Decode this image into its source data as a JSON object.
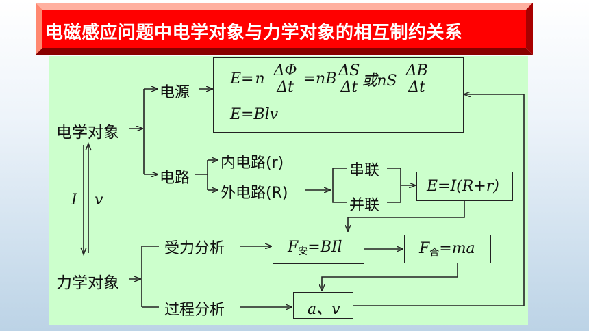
{
  "title": "电磁感应问题中电学对象与力学对象的相互制约关系",
  "electrical_object": "电学对象",
  "mechanical_object": "力学对象",
  "power_source": "电源",
  "circuit": "电路",
  "internal_circuit": "内电路(r)",
  "external_circuit": "外电路(R)",
  "series": "串联",
  "parallel": "并联",
  "link_current": "I",
  "link_velocity": "v",
  "emf_formula": {
    "e_lhs": "E=",
    "n": "n",
    "dphi": "ΔΦ",
    "dt": "Δt",
    "eq_nb": "=nB",
    "ds": "ΔS",
    "or_ns": "或nS",
    "db": "ΔB",
    "line2": "E=Blv"
  },
  "ohm_law": "E=I(R+r)",
  "force_analysis": "受力分析",
  "ampere_force": {
    "F": "F",
    "sub": "安",
    "rhs": "=BIl"
  },
  "net_force": {
    "F": "F",
    "sub": "合",
    "rhs": "=ma"
  },
  "process_analysis": "过程分析",
  "kinematics": "a、v"
}
